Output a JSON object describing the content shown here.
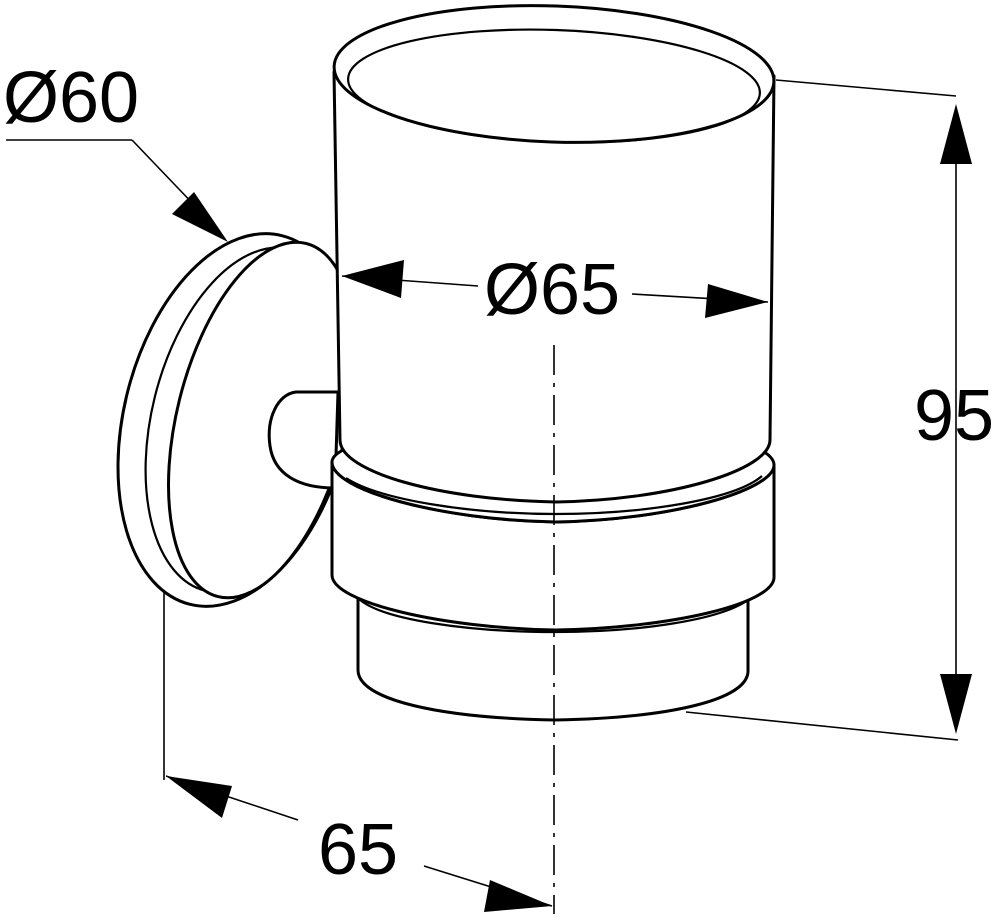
{
  "dimensions": {
    "plate_diameter": "Ø60",
    "tumbler_diameter": "Ø65",
    "height": "95",
    "depth": "65"
  }
}
